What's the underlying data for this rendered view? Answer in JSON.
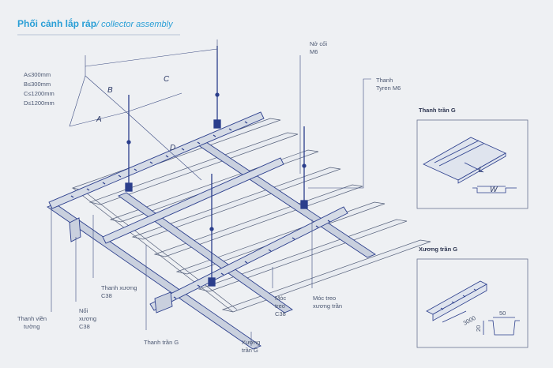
{
  "title": {
    "vi": "Phối cảnh lắp ráp",
    "en": "/ collector assembly"
  },
  "constraints": [
    "A≤300mm",
    "B≤300mm",
    "C≤1200mm",
    "D≤1200mm"
  ],
  "dims": {
    "a": "A",
    "b": "B",
    "c": "C",
    "d": "D"
  },
  "labels": {
    "nut": [
      "Nở cối",
      "M6"
    ],
    "rod": [
      "Thanh",
      "Tyren M6"
    ],
    "wall": [
      "Thanh viền",
      "tường"
    ],
    "joiner": [
      "Nối",
      "xương",
      "C38"
    ],
    "c38": [
      "Thanh xương",
      "C38"
    ],
    "panel": [
      "Thanh trần G"
    ],
    "keel": [
      "Xương",
      "trần G"
    ],
    "hanger": [
      "Móc",
      "treo",
      "C38"
    ],
    "hanger2": [
      "Móc treo",
      "xương trần"
    ]
  },
  "detail1": {
    "title": "Thanh trần G",
    "l": "L",
    "w": "W"
  },
  "detail2": {
    "title": "Xương trần G",
    "len": "3000",
    "width": "50",
    "height": "20"
  }
}
